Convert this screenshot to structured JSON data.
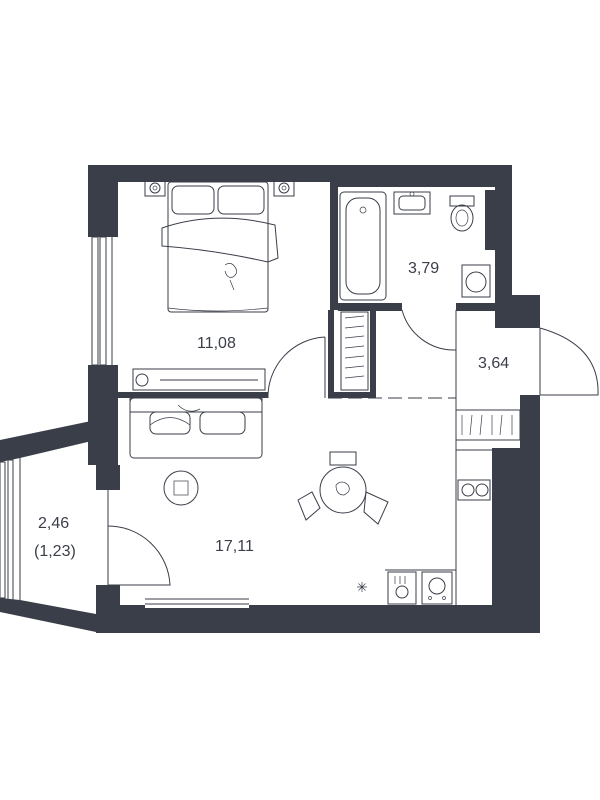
{
  "colors": {
    "wall": "#3a3e49",
    "background": "#ffffff"
  },
  "rooms": [
    {
      "id": "bedroom",
      "area": "11,08"
    },
    {
      "id": "bathroom",
      "area": "3,79"
    },
    {
      "id": "hallway",
      "area": "3,64"
    },
    {
      "id": "living-kitchen",
      "area": "17,11"
    },
    {
      "id": "balcony",
      "area": "2,46",
      "reduced_area": "(1,23)"
    }
  ],
  "icons": [
    "double-bed-icon",
    "nightstand-lamp-icon",
    "bathtub-icon",
    "sink-icon",
    "toilet-icon",
    "washing-machine-icon",
    "wardrobe-icon",
    "sofa-icon",
    "tv-stand-icon",
    "round-dining-table-icon",
    "armchair-icon",
    "cooktop-icon",
    "kitchen-sink-icon",
    "stove-icon",
    "door-swing-icon"
  ]
}
